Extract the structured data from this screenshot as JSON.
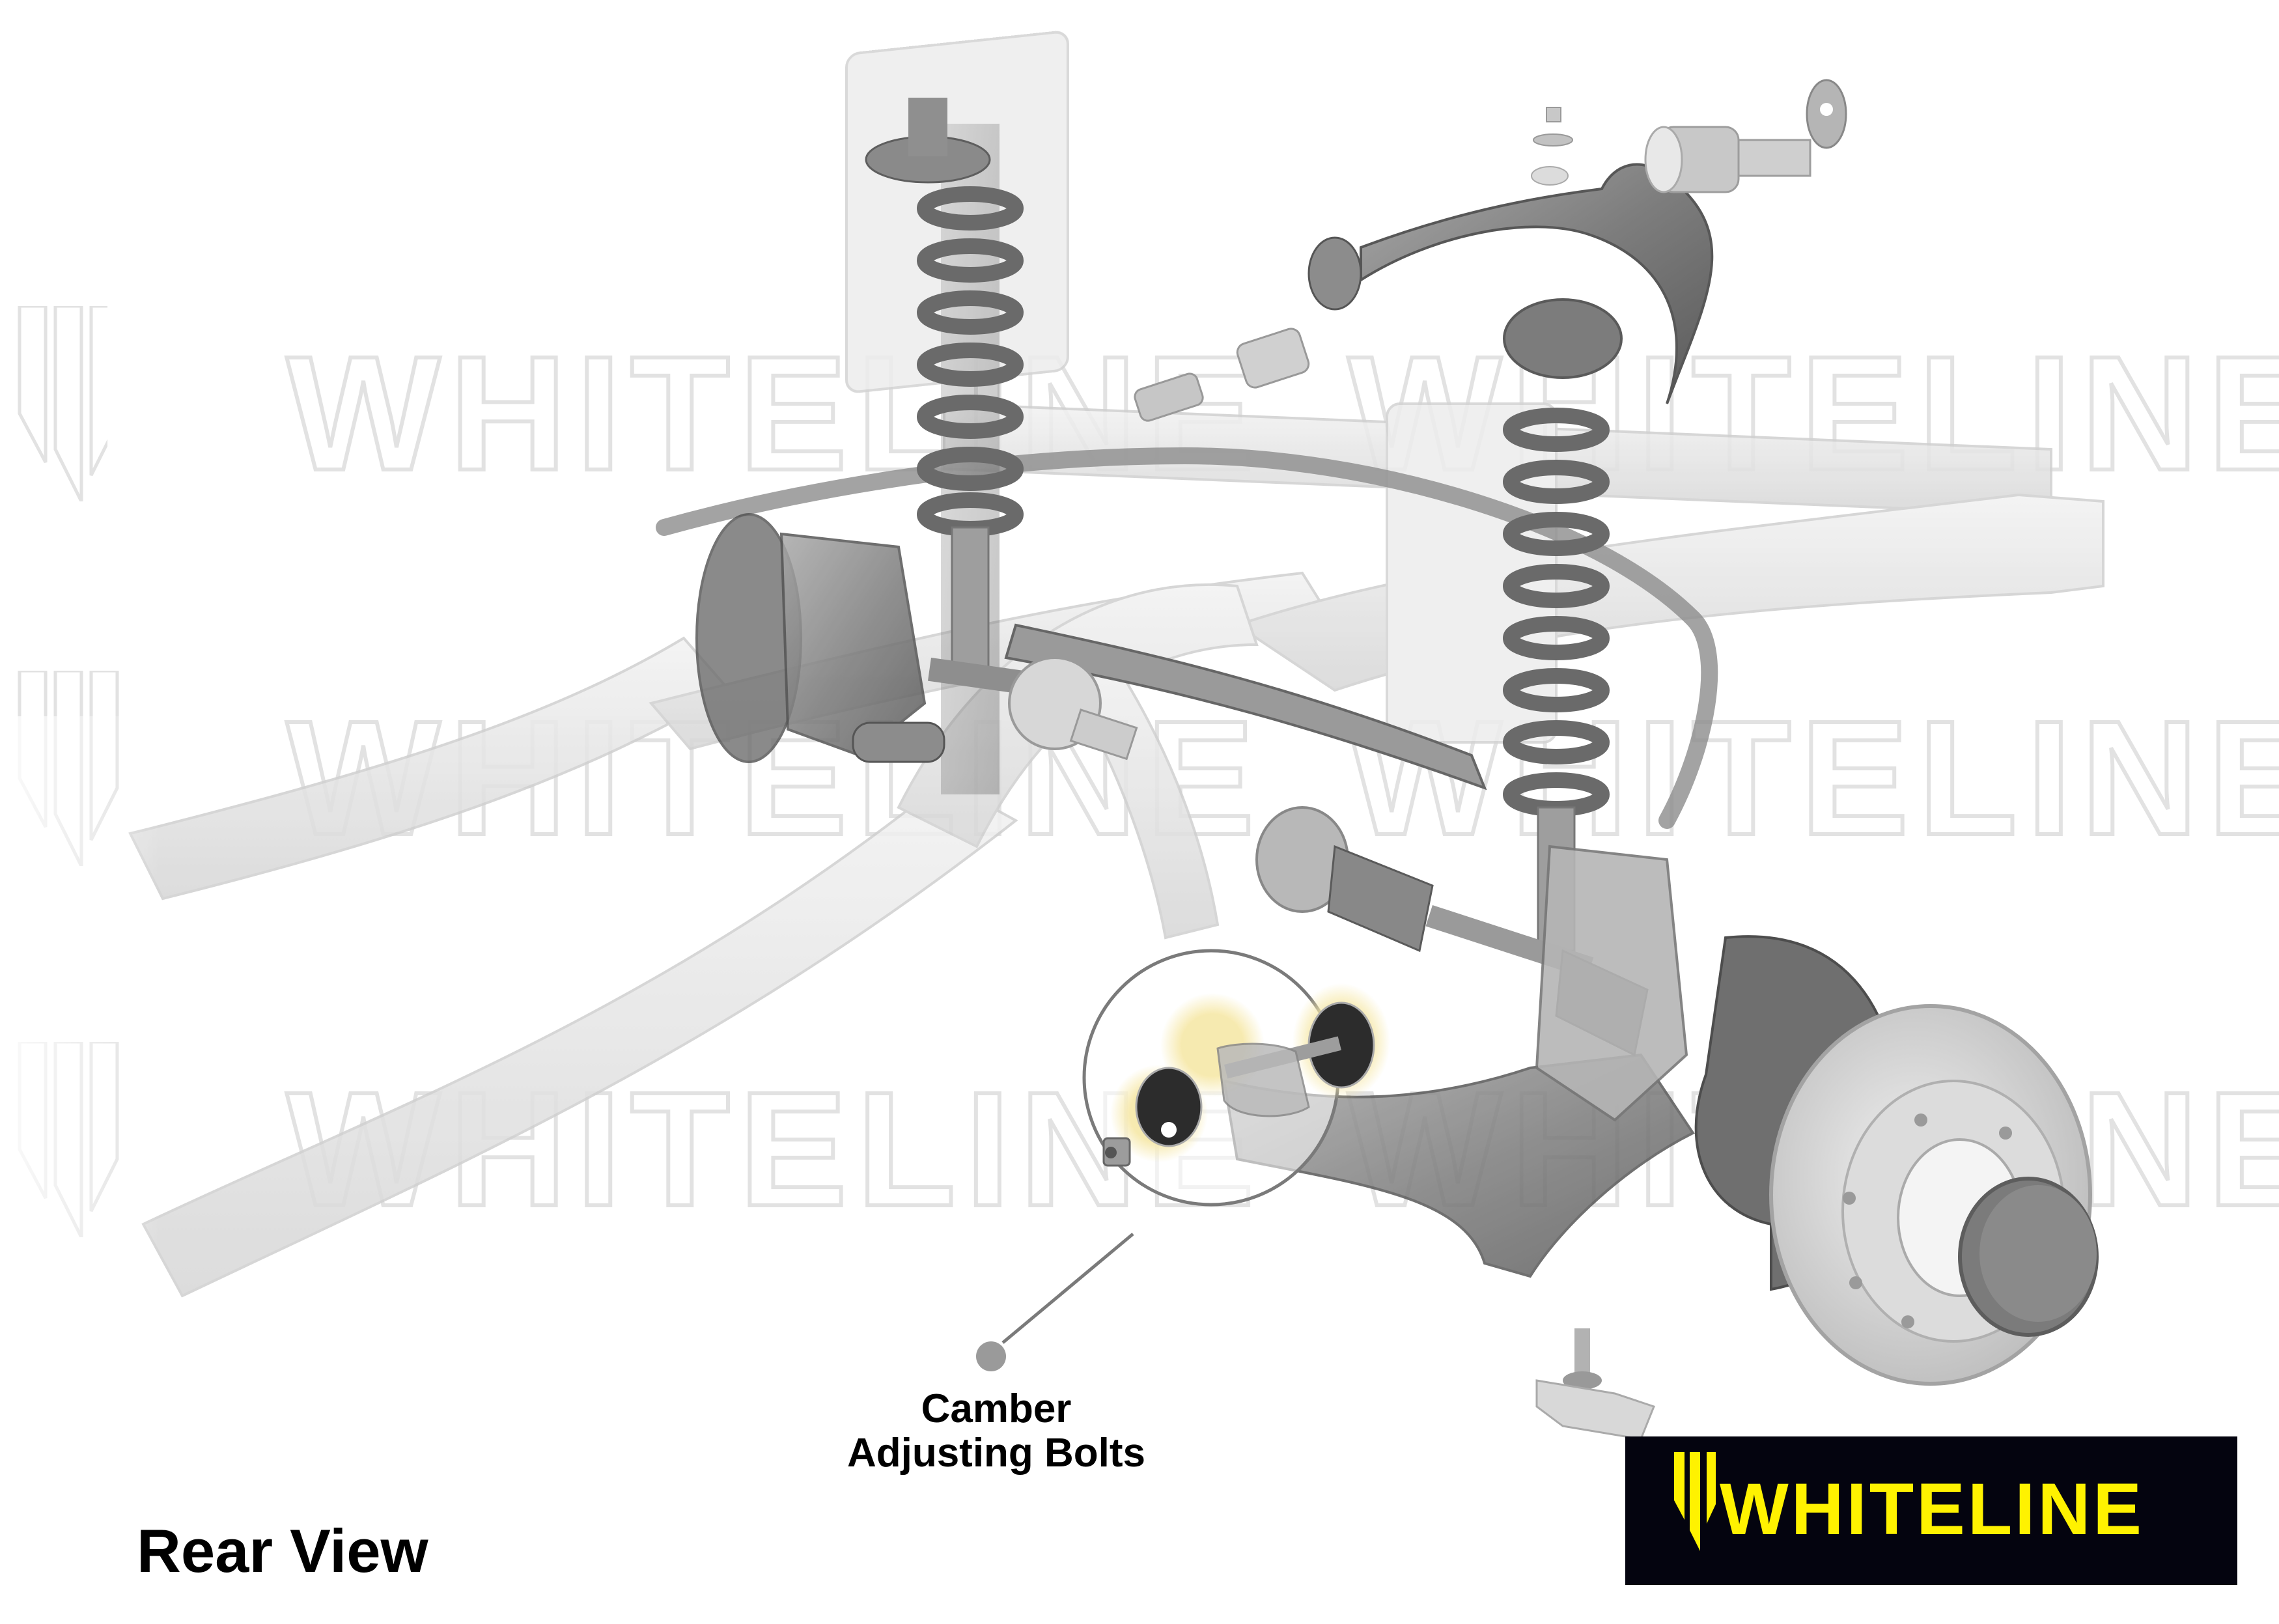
{
  "diagram": {
    "view_label": "Rear View",
    "callouts": [
      {
        "label_line1": "Camber",
        "label_line2": "Adjusting Bolts",
        "target": "lower-control-arm-pivot"
      }
    ],
    "watermark": {
      "text": "WHITELINE",
      "rows": 3,
      "color": "#e2e2e2"
    },
    "components": [
      "chassis-frame",
      "coil-spring-left",
      "coil-spring-right",
      "shock-absorber-left",
      "shock-absorber-right",
      "upper-control-arm",
      "upper-arm-bushing-kit",
      "sway-bar",
      "steering-rack",
      "cv-axle-left",
      "cv-axle-right",
      "lower-control-arm",
      "brake-rotor",
      "dust-shield",
      "hub-cap",
      "knuckle",
      "camber-adjusting-bolt-kit"
    ]
  },
  "brand": {
    "name": "WHITELINE",
    "logo_bg": "#04040f",
    "logo_fg": "#fff200"
  },
  "colors": {
    "frame": "#e4e4e4",
    "frame_edge": "#c9c9c9",
    "parts": "#8a8a8a",
    "parts_dark": "#5e5e5e",
    "callout_line": "#7a7a7a",
    "callout_dot": "#9a9a9a",
    "highlight_glow": "#f6e8a8"
  }
}
